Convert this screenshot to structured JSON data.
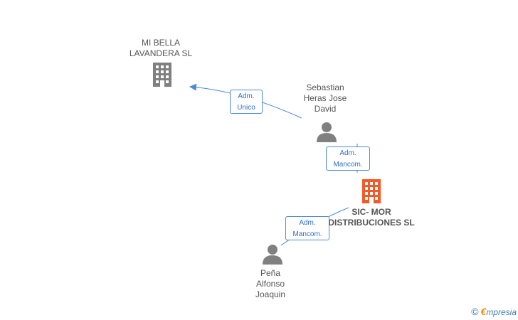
{
  "colors": {
    "company": "#808080",
    "company_main": "#f25a2a",
    "person": "#808080",
    "edge": "#4a8ad8",
    "edge_text": "#2d6fc4"
  },
  "nodes": {
    "mi_bella": {
      "label": "MI BELLA\nLAVANDERA SL",
      "icon": "building-icon"
    },
    "sic_mor": {
      "label": "SIC- MOR\nDISTRIBUCIONES SL",
      "icon": "building-icon"
    },
    "sebastian": {
      "label": "Sebastian\nHeras Jose\nDavid",
      "icon": "person-icon"
    },
    "pena": {
      "label": "Peña\nAlfonso\nJoaquin",
      "icon": "person-icon"
    }
  },
  "edges": {
    "adm_unico": {
      "label": "Adm.\nUnico"
    },
    "adm_mancom_1": {
      "label": "Adm.\nMancom."
    },
    "adm_mancom_2": {
      "label": "Adm.\nMancom."
    }
  },
  "watermark": {
    "copyright": "©",
    "brand_initial": "€",
    "brand_rest": "mpresia"
  }
}
